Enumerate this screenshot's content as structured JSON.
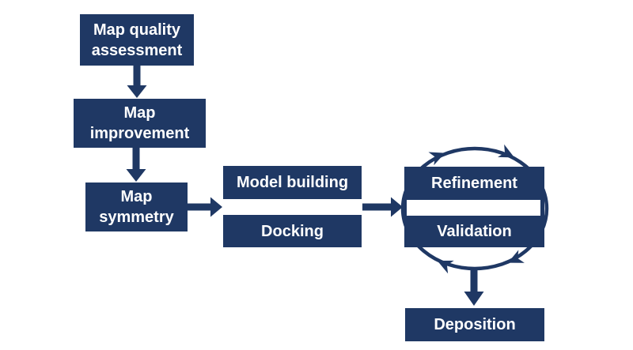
{
  "colors": {
    "node_fill": "#1f3864",
    "arrow": "#1f3864",
    "node_text": "#ffffff",
    "background": "#ffffff"
  },
  "nodes": [
    {
      "id": "map-quality-assessment",
      "label": "Map quality\nassessment"
    },
    {
      "id": "map-improvement",
      "label": "Map\nimprovement"
    },
    {
      "id": "map-symmetry",
      "label": "Map\nsymmetry"
    },
    {
      "id": "model-building",
      "label": "Model building"
    },
    {
      "id": "docking",
      "label": "Docking"
    },
    {
      "id": "refinement",
      "label": "Refinement"
    },
    {
      "id": "validation",
      "label": "Validation"
    },
    {
      "id": "deposition",
      "label": "Deposition"
    }
  ],
  "edges": [
    {
      "from": "map-quality-assessment",
      "to": "map-improvement",
      "type": "arrow-down"
    },
    {
      "from": "map-improvement",
      "to": "map-symmetry",
      "type": "arrow-down"
    },
    {
      "from": "map-symmetry",
      "to": "model-building-docking",
      "type": "arrow-right"
    },
    {
      "from": "model-building-docking",
      "to": "refinement-validation",
      "type": "arrow-right"
    },
    {
      "from": "refinement",
      "to": "validation",
      "type": "clockwise-cycle"
    },
    {
      "from": "refinement-validation",
      "to": "deposition",
      "type": "arrow-down"
    }
  ]
}
